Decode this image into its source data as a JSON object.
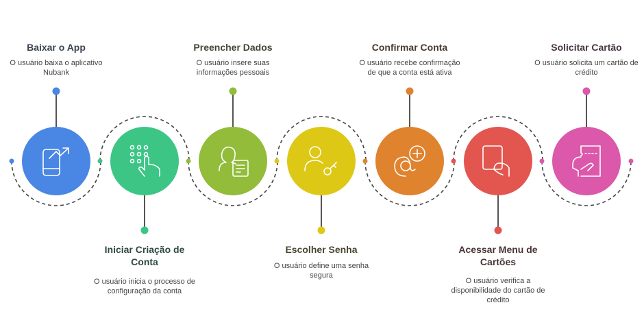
{
  "steps": [
    {
      "title": "Baixar o App",
      "desc": "O usuário baixa o aplicativo Nubank",
      "color": "#4A86E4",
      "title_color": "#3B4452",
      "icon": "phone-growth-icon"
    },
    {
      "title": "Iniciar Criação de Conta",
      "desc": "O usuário inicia o processo de configuração da conta",
      "color": "#3CC585",
      "title_color": "#2E4A3D",
      "icon": "keypad-touch-icon"
    },
    {
      "title": "Preencher Dados",
      "desc": "O usuário insere suas informações pessoais",
      "color": "#92BC39",
      "title_color": "#3F4733",
      "icon": "user-form-icon"
    },
    {
      "title": "Escolher Senha",
      "desc": "O usuário define uma senha segura",
      "color": "#DEC816",
      "title_color": "#4A4530",
      "icon": "user-key-icon"
    },
    {
      "title": "Confirmar Conta",
      "desc": "O usuário recebe confirmação de que a conta está ativa",
      "color": "#E0832F",
      "title_color": "#4A3A30",
      "icon": "at-plus-icon"
    },
    {
      "title": "Acessar Menu de Cartões",
      "desc": "O usuário verifica a disponibilidade do cartão de crédito",
      "color": "#E35650",
      "title_color": "#4A3434",
      "icon": "hand-card-icon"
    },
    {
      "title": "Solicitar Cartão",
      "desc": "O usuário solicita um cartão de crédito",
      "color": "#DB58AA",
      "title_color": "#4A3444",
      "icon": "credit-request-icon"
    }
  ]
}
